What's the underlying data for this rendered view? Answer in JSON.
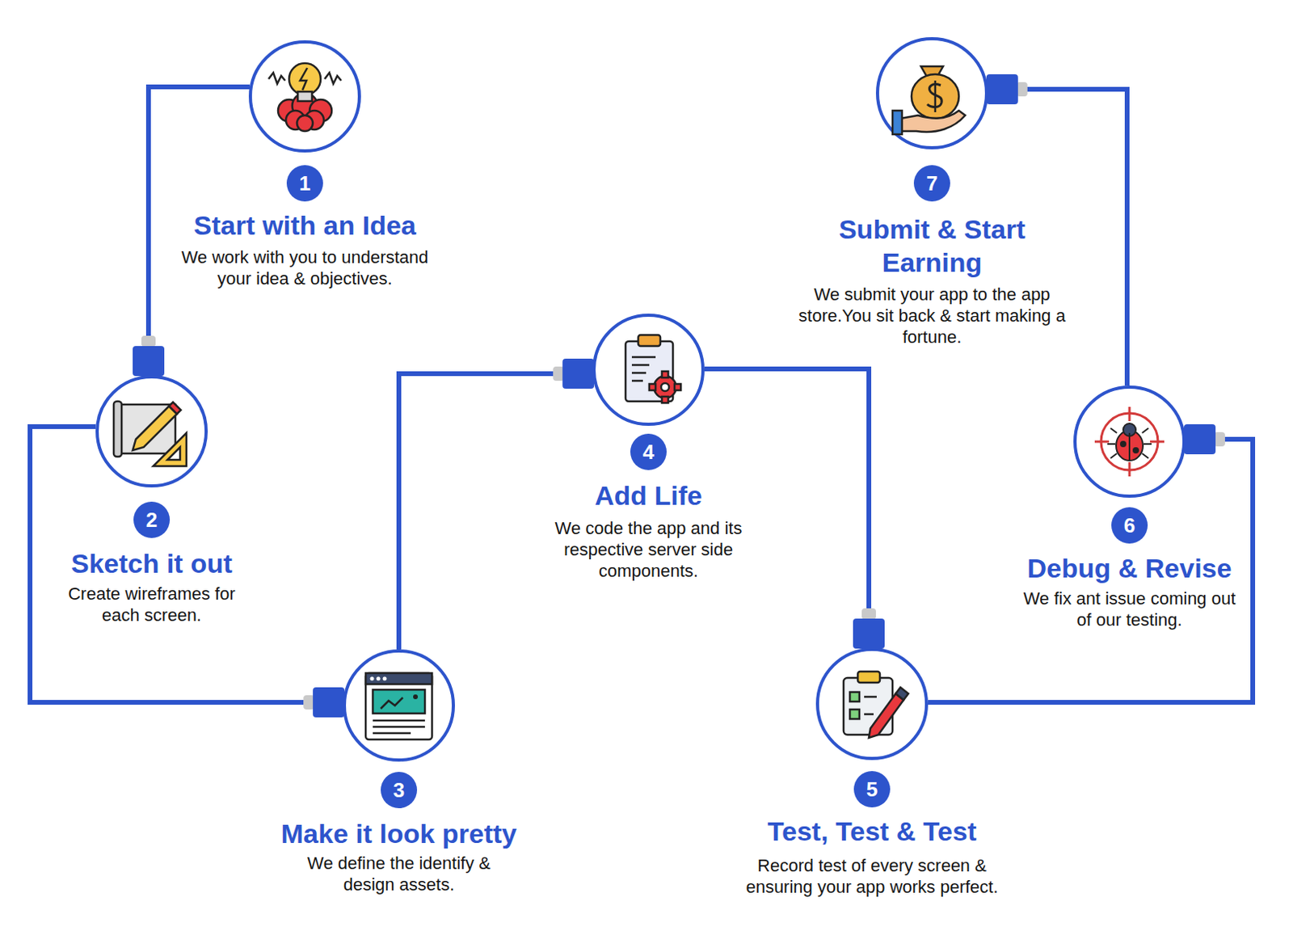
{
  "diagram": {
    "nodes": [
      {
        "text": [
          "1",
          "Start with an Idea",
          "We work with you to understand your idea & objectives."
        ]
      },
      {
        "text": [
          "2",
          "Sketch it out",
          "Create wireframes for each screen."
        ]
      },
      {
        "text": [
          "3",
          "Make it look pretty",
          "We define the identify & design assets."
        ]
      },
      {
        "text": [
          "4",
          "Add Life",
          "We code the app and its respective server side components."
        ]
      },
      {
        "text": [
          "5",
          "Test, Test & Test",
          "Record test of every screen & ensuring your app works perfect."
        ]
      },
      {
        "text": [
          "6",
          "Debug & Revise",
          "We fix ant issue coming out of our testing."
        ]
      },
      {
        "text": [
          "7",
          "Submit & Start Earning",
          "We submit your app to the app store.You sit back & start making a fortune."
        ]
      }
    ],
    "edges": [
      {
        "from": 0,
        "to": 1,
        "arrow": "none"
      },
      {
        "from": 1,
        "to": 2,
        "arrow": "none"
      },
      {
        "from": 2,
        "to": 3,
        "arrow": "none"
      },
      {
        "from": 3,
        "to": 4,
        "arrow": "none"
      },
      {
        "from": 4,
        "to": 5,
        "arrow": "none"
      },
      {
        "from": 5,
        "to": 6,
        "arrow": "none"
      }
    ]
  }
}
